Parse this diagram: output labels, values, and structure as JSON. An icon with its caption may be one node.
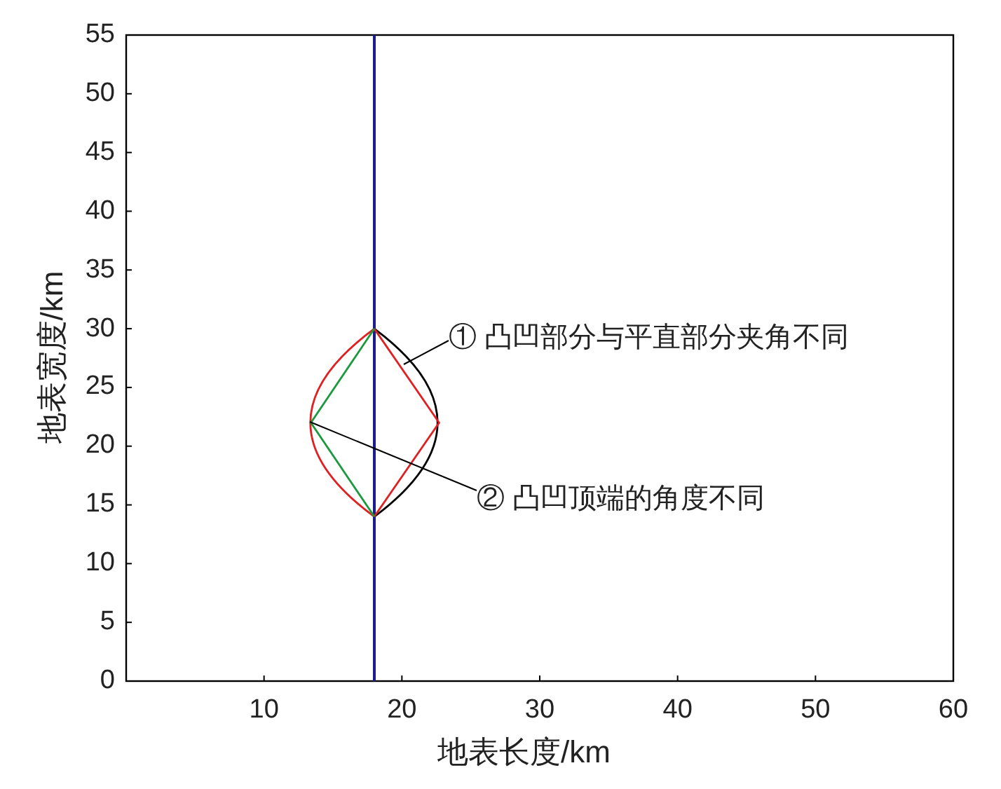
{
  "diagram": {
    "nodes": [
      {
        "text": [
          "① 凸凹部分与平直部分夹角不同"
        ]
      },
      {
        "text": [
          "② 凸凹顶端的角度不同"
        ]
      },
      {
        "text": [],
        "shape": "line"
      },
      {
        "text": [],
        "shape": "line"
      }
    ],
    "edges": [
      {
        "from": 0,
        "to": 2,
        "arrow": "none"
      },
      {
        "from": 1,
        "to": 3,
        "arrow": "none"
      }
    ],
    "labels": [
      "55",
      "50",
      "45",
      "40",
      "35",
      "30",
      "25",
      "20",
      "15",
      "10",
      "5",
      "0",
      "地表宽度/km",
      "10",
      "20",
      "30",
      "40",
      "50",
      "60",
      "地表长度/km"
    ]
  }
}
